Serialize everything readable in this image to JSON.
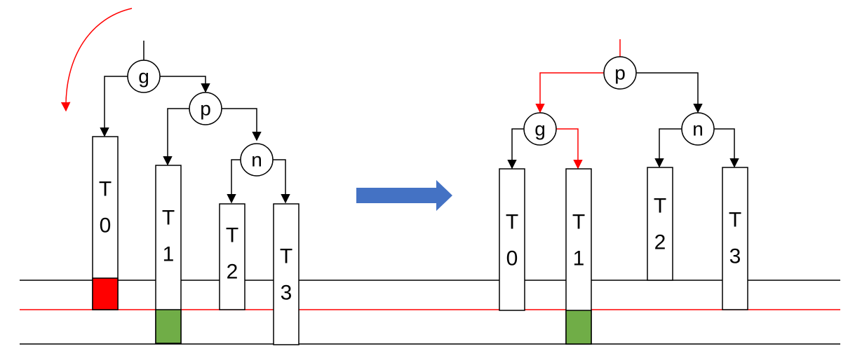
{
  "colors": {
    "black": "#000000",
    "red": "#ff0000",
    "red_fill": "#ff0000",
    "green_fill": "#70ad47",
    "arrow_blue": "#4472c4"
  },
  "before": {
    "nodes": {
      "g": "g",
      "p": "p",
      "n": "n"
    },
    "subtrees": {
      "t0": [
        "T",
        "0"
      ],
      "t1": [
        "T",
        "1"
      ],
      "t2": [
        "T",
        "2"
      ],
      "t3": [
        "T",
        "3"
      ]
    }
  },
  "after": {
    "nodes": {
      "p": "p",
      "g": "g",
      "n": "n"
    },
    "subtrees": {
      "t0": [
        "T",
        "0"
      ],
      "t1": [
        "T",
        "1"
      ],
      "t2": [
        "T",
        "2"
      ],
      "t3": [
        "T",
        "3"
      ]
    }
  }
}
